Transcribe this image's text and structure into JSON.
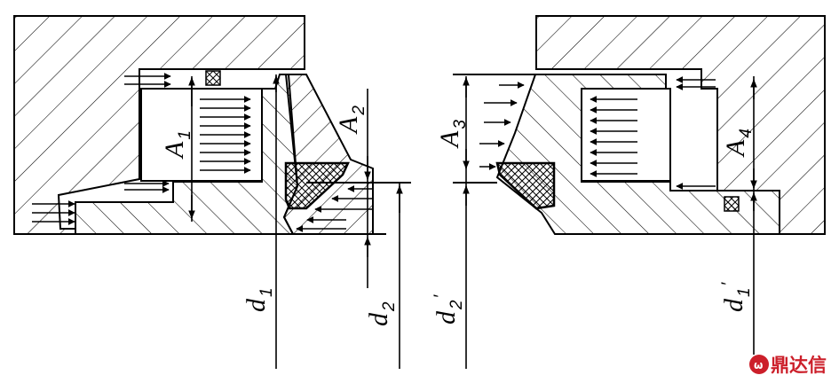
{
  "labels": {
    "A1": {
      "main": "A",
      "sub": "1"
    },
    "A2": {
      "main": "A",
      "sub": "2"
    },
    "A3": {
      "main": "A",
      "sub": "3"
    },
    "A4": {
      "main": "A",
      "sub": "4"
    },
    "d1": {
      "main": "d",
      "sub": "1"
    },
    "d2": {
      "main": "d",
      "sub": "2"
    },
    "d2p": {
      "main": "d",
      "sub": "2",
      "prime": "′"
    },
    "d1p": {
      "main": "d",
      "sub": "1",
      "prime": "′"
    }
  },
  "logo": {
    "text": "鼎达信",
    "color": "#cc1f2a"
  },
  "colors": {
    "line": "#000000",
    "background": "#ffffff"
  }
}
